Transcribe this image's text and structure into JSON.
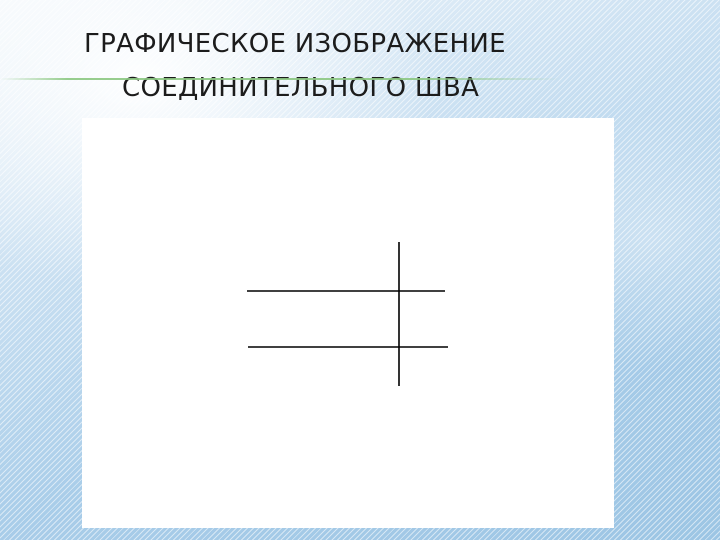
{
  "slide": {
    "title_line1": "ГРАФИЧЕСКОЕ ИЗОБРАЖЕНИЕ",
    "title_line2": "СОЕДИНИТЕЛЬНОГО ШВА"
  },
  "diagram": {
    "description_kind": "seam-symbol",
    "stroke_color": "#000000"
  },
  "colors": {
    "background_light": "#f3f8fc",
    "background_blue": "#9cc5e4",
    "rule_green": "#8cc882",
    "title_text": "#1c1c1c"
  }
}
